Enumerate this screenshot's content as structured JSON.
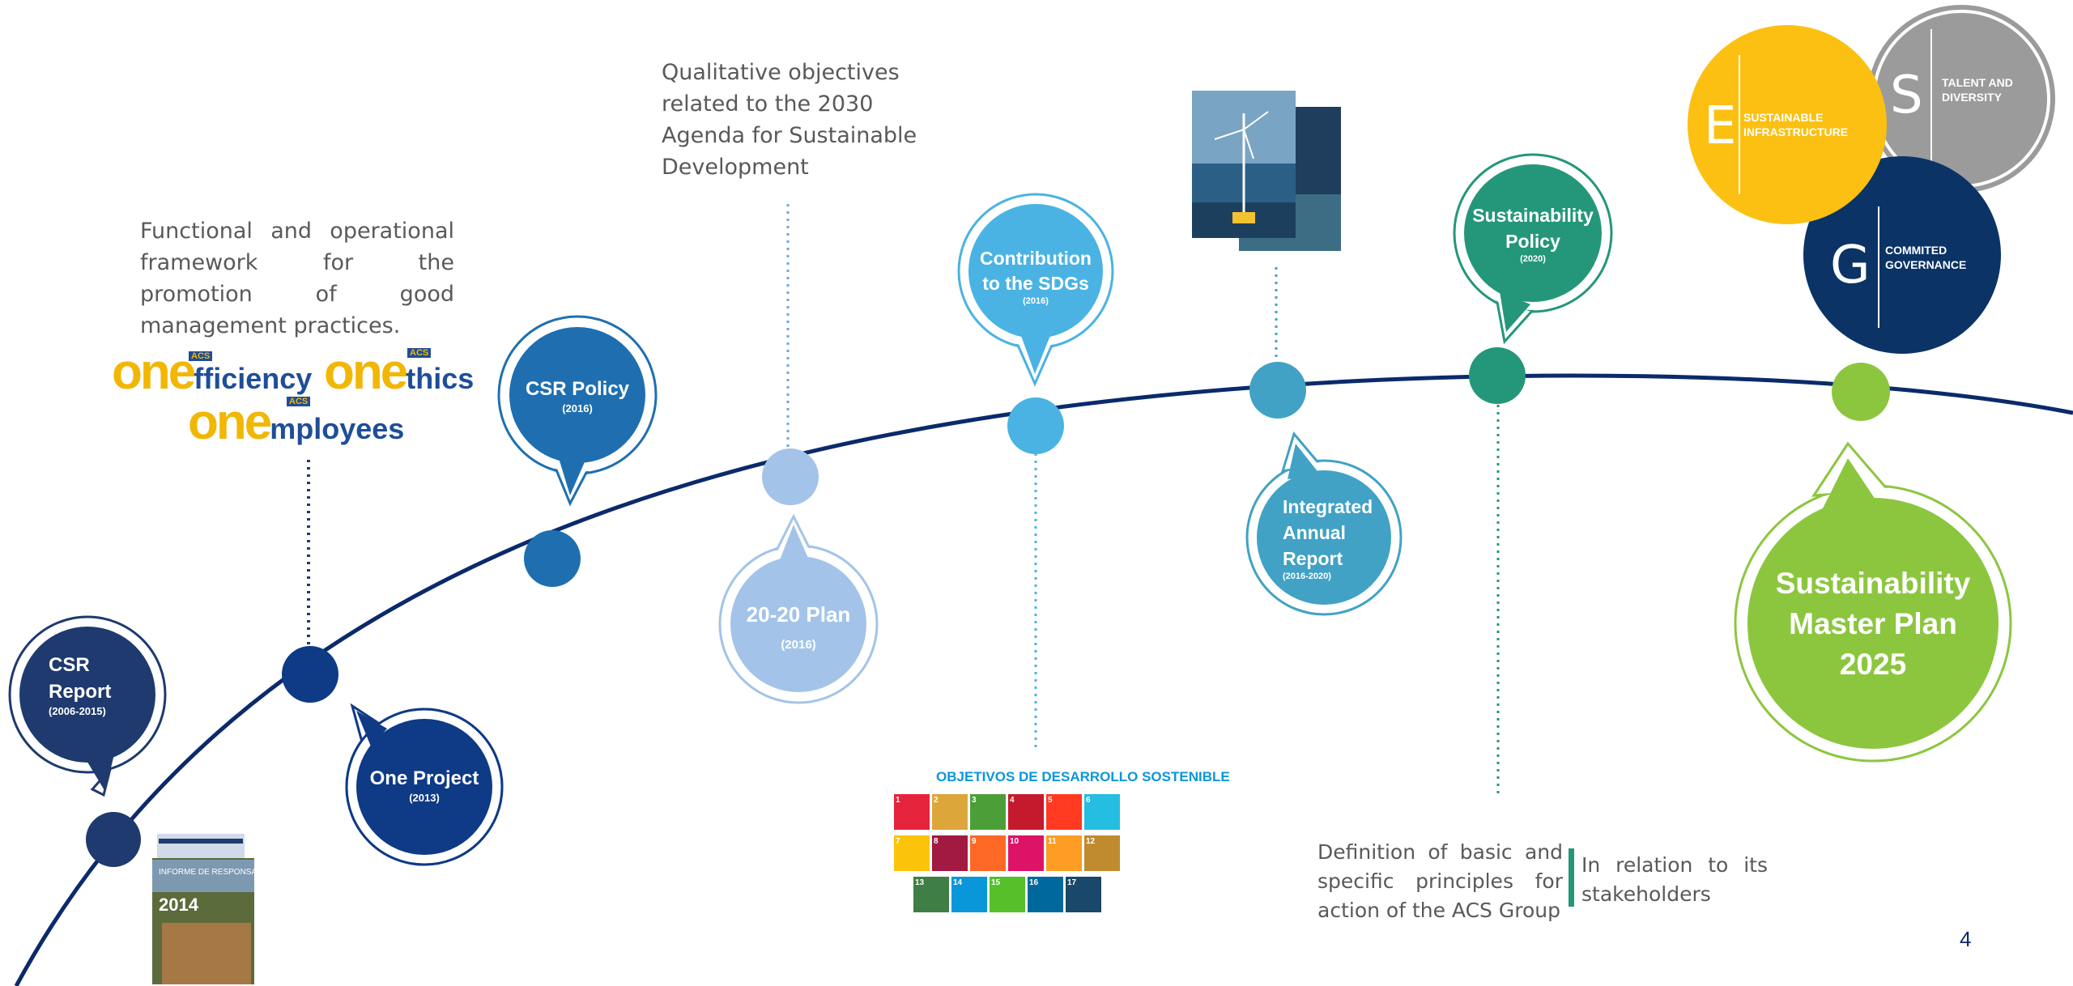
{
  "colors": {
    "timeline": "#0b2a6b",
    "csr_report": "#1f3a6e",
    "one_project": "#0e3a86",
    "csr_policy": "#1f6fb0",
    "plan_2020": "#a3c4e8",
    "sdgs": "#4ab3e3",
    "annual_report": "#41a2c5",
    "sust_policy": "#24977a",
    "master_plan": "#8cc63f",
    "esg_e": "#fbc012",
    "esg_s": "#9b9b9b",
    "esg_g": "#0b3366"
  },
  "texts": {
    "framework": "Functional and operational framework for the promotion of good management practices.",
    "qualitative": "Qualitative objectives related to the 2030 Agenda for Sustainable Development",
    "definition": "Definition of basic and specific principles for action of the ACS Group",
    "stakeholders": "In relation to its stakeholders",
    "page_number": "4"
  },
  "bubbles": {
    "csr_report": {
      "title": "CSR Report",
      "sub": "(2006-2015)"
    },
    "one_project": {
      "title": "One Project",
      "sub": "(2013)"
    },
    "csr_policy": {
      "title": "CSR Policy",
      "sub": "(2016)"
    },
    "plan_2020": {
      "title": "20-20 Plan",
      "sub": "(2016)"
    },
    "sdgs": {
      "title": "Contribution to the SDGs",
      "sub": "(2016)"
    },
    "annual_report": {
      "title": "Integrated Annual Report",
      "sub": "(2016-2020)"
    },
    "sust_policy": {
      "title": "Sustainability Policy",
      "sub": "(2020)"
    },
    "master_plan": {
      "title": "Sustainability Master Plan 2025"
    }
  },
  "esg": {
    "e": {
      "letter": "E",
      "label": "SUSTAINABLE INFRASTRUCTURE"
    },
    "s": {
      "letter": "S",
      "label": "TALENT AND DIVERSITY"
    },
    "g": {
      "letter": "G",
      "label": "COMMITED GOVERNANCE"
    }
  },
  "logos": {
    "one": "one",
    "efficiency": "fficiency",
    "ethics": "thics",
    "employees": "mployees",
    "acs": "ACS",
    "sdg_header": "OBJETIVOS DE DESARROLLO SOSTENIBLE"
  },
  "sdg_tiles": [
    {
      "n": "1",
      "color": "#e5243b"
    },
    {
      "n": "2",
      "color": "#dda63a"
    },
    {
      "n": "3",
      "color": "#4c9f38"
    },
    {
      "n": "4",
      "color": "#c5192d"
    },
    {
      "n": "5",
      "color": "#ff3a21"
    },
    {
      "n": "6",
      "color": "#26bde2"
    },
    {
      "n": "7",
      "color": "#fcc30b"
    },
    {
      "n": "8",
      "color": "#a21942"
    },
    {
      "n": "9",
      "color": "#fd6925"
    },
    {
      "n": "10",
      "color": "#dd1367"
    },
    {
      "n": "11",
      "color": "#fd9d24"
    },
    {
      "n": "12",
      "color": "#bf8b2e"
    },
    {
      "n": "13",
      "color": "#3f7e44"
    },
    {
      "n": "14",
      "color": "#0a97d9"
    },
    {
      "n": "15",
      "color": "#56c02b"
    },
    {
      "n": "16",
      "color": "#00689d"
    },
    {
      "n": "17",
      "color": "#19486a"
    }
  ]
}
